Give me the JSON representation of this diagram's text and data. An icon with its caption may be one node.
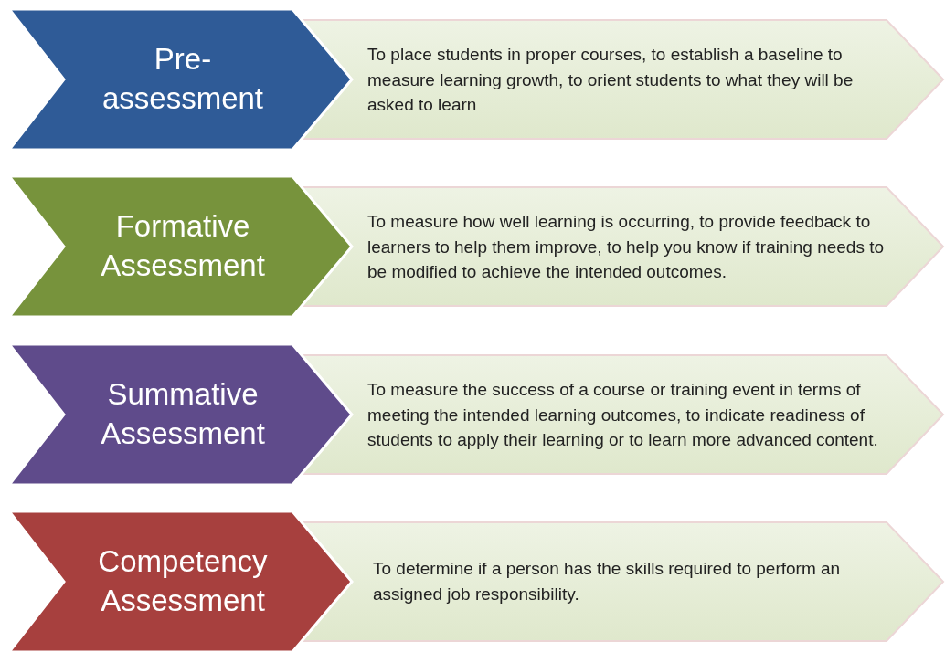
{
  "diagram": {
    "nodes": [
      {
        "text": [
          "Pre- assessment"
        ]
      },
      {
        "text": [
          "To place students in proper courses, to establish a baseline to measure learning growth, to orient students to what they will be asked to learn"
        ]
      },
      {
        "text": [
          "Formative Assessment"
        ]
      },
      {
        "text": [
          "To measure how well learning is occurring, to provide feedback to learners to help them improve, to help you know if training needs to be modified to achieve the intended outcomes."
        ]
      },
      {
        "text": [
          "Summative Assessment"
        ]
      },
      {
        "text": [
          "To measure the success of a course or training event in terms of meeting the intended learning outcomes, to indicate readiness of students to apply their learning or to learn more advanced content."
        ]
      },
      {
        "text": [
          "Competency Assessment"
        ]
      },
      {
        "text": [
          "To determine if a person has the skills required to perform an assigned job responsibility."
        ]
      }
    ]
  }
}
